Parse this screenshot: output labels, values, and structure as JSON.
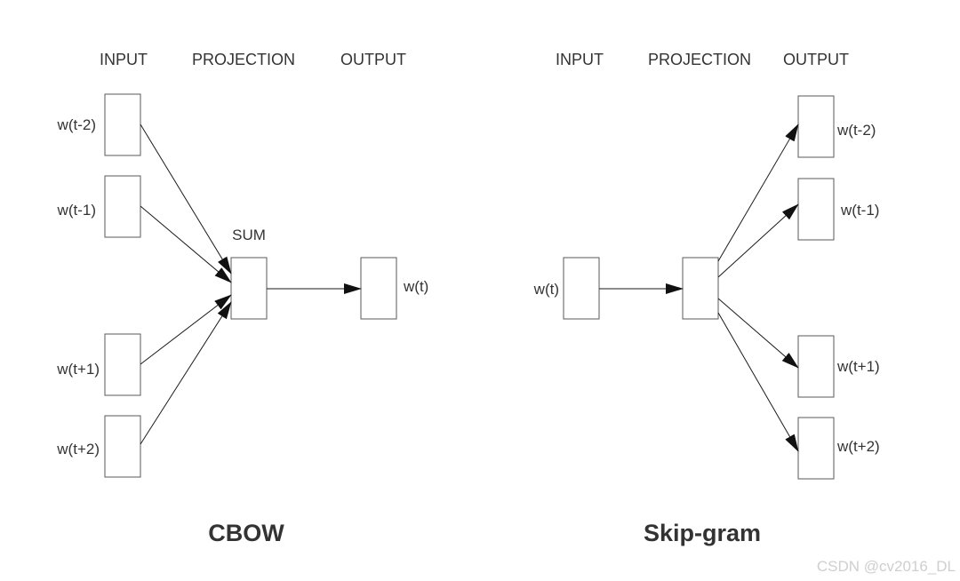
{
  "cbow": {
    "headers": {
      "input": "INPUT",
      "projection": "PROJECTION",
      "output": "OUTPUT"
    },
    "sum_label": "SUM",
    "inputs": [
      "w(t-2)",
      "w(t-1)",
      "w(t+1)",
      "w(t+2)"
    ],
    "output": "w(t)",
    "title": "CBOW"
  },
  "skipgram": {
    "headers": {
      "input": "INPUT",
      "projection": "PROJECTION",
      "output": "OUTPUT"
    },
    "input": "w(t)",
    "outputs": [
      "w(t-2)",
      "w(t-1)",
      "w(t+1)",
      "w(t+2)"
    ],
    "title": "Skip-gram"
  },
  "watermark": "CSDN @cv2016_DL"
}
